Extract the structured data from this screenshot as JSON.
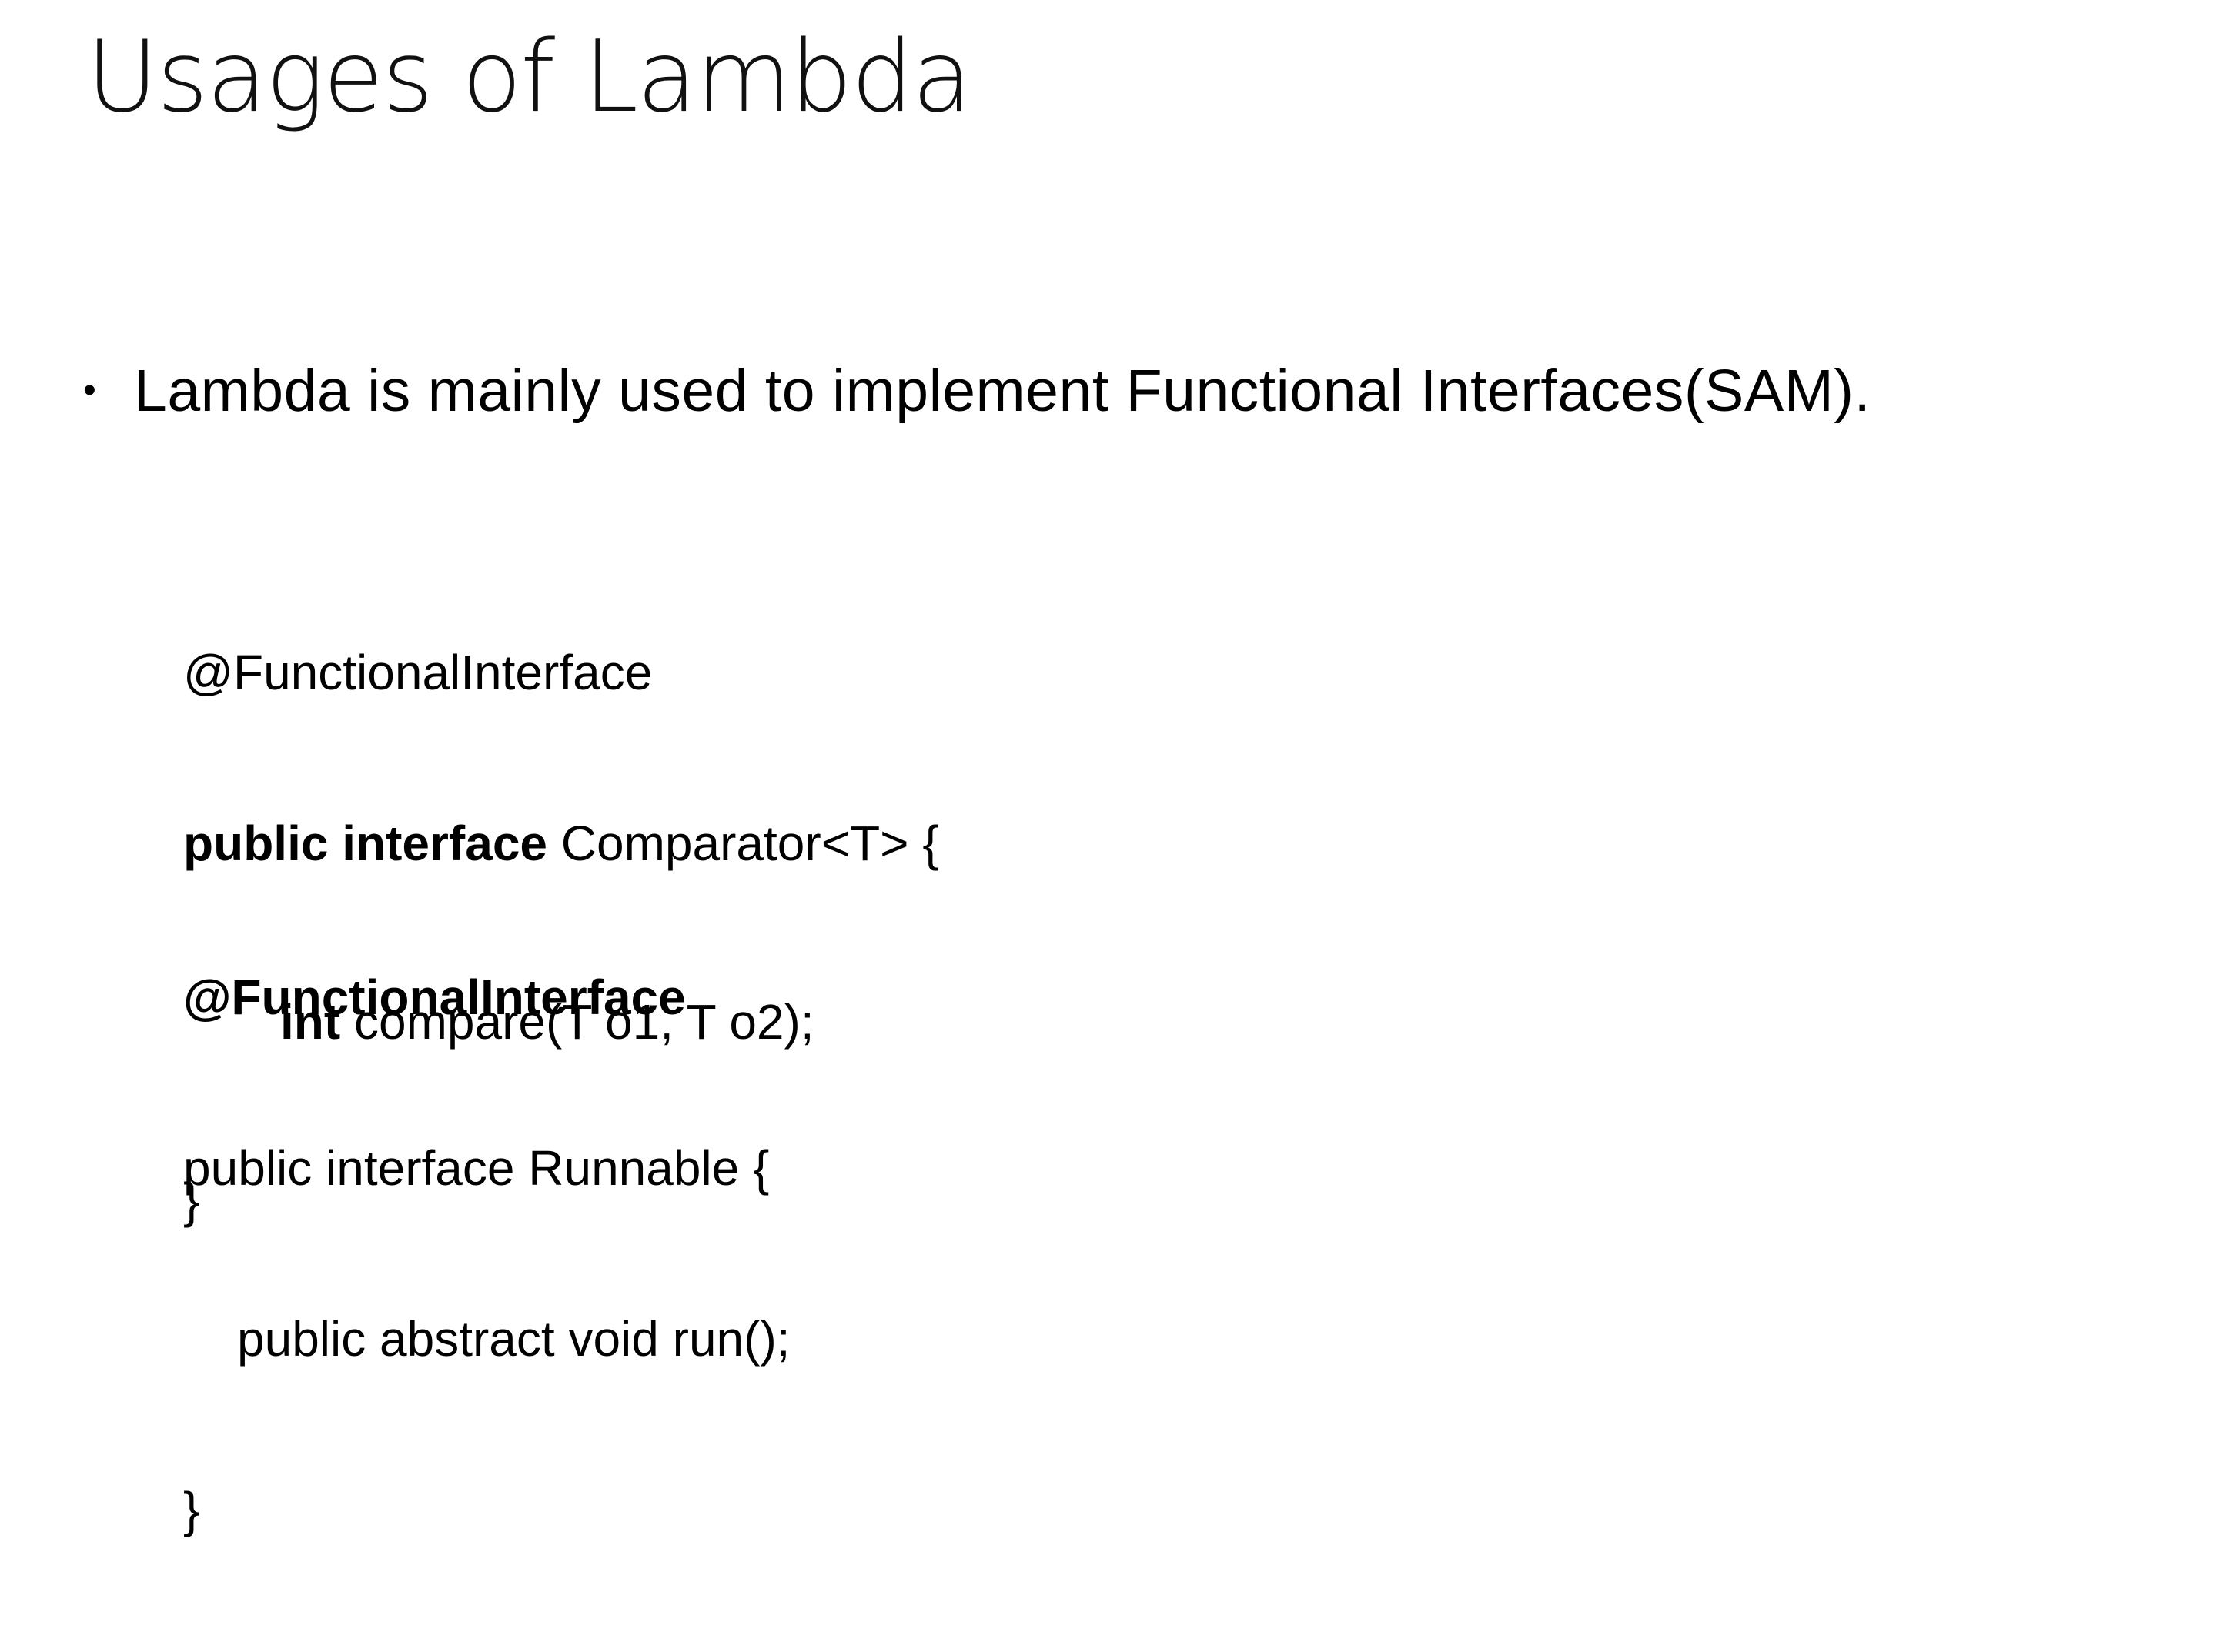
{
  "slide": {
    "title": "Usages of Lambda",
    "bullet": {
      "marker": "•",
      "text": "Lambda is mainly used to implement Functional Interfaces(SAM)."
    },
    "code1": {
      "line1": "@FunctionalInterface",
      "line2_kw": "public interface",
      "line2_rest": " Comparator<T> {",
      "line3_kw": "int",
      "line3_rest": " compare(T o1, T o2);",
      "line4": "}"
    },
    "code2": {
      "line1": "@FunctionalInterface",
      "line2": "public interface Runnable {",
      "line3": "public abstract void run();",
      "line4": "}"
    }
  },
  "colors": {
    "background": "#ffffff",
    "text": "#000000"
  }
}
